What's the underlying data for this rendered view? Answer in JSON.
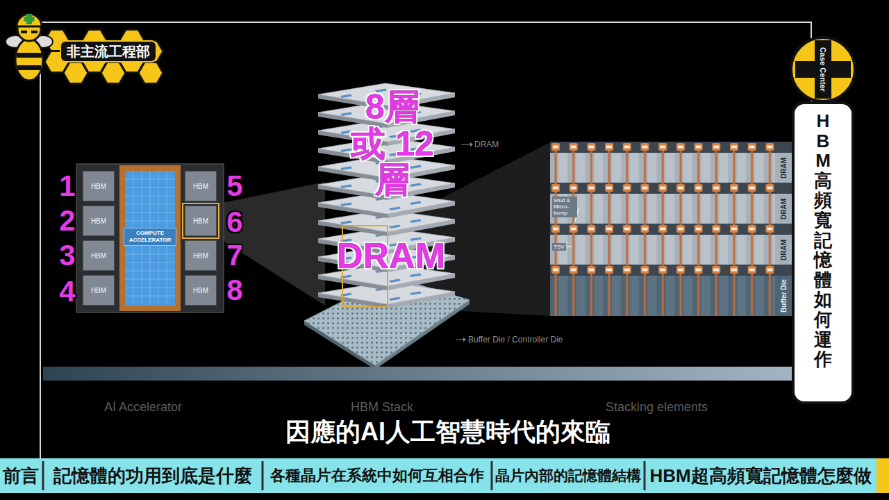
{
  "diagram": {
    "title": "HBM高頻寬記憶體如何運作",
    "caption": "因應的AI人工智慧時代的來臨",
    "nodes": [
      {
        "text": [
          "非主流工程部"
        ]
      },
      {
        "text": [
          "HBM"
        ]
      },
      {
        "text": [
          "HBM"
        ]
      },
      {
        "text": [
          "HBM"
        ]
      },
      {
        "text": [
          "HBM"
        ]
      },
      {
        "text": [
          "COMPUTE ACCELERATOR"
        ]
      },
      {
        "text": [
          "HBM"
        ]
      },
      {
        "text": [
          "HBM"
        ]
      },
      {
        "text": [
          "HBM"
        ]
      },
      {
        "text": [
          "HBM"
        ]
      },
      {
        "text": [
          "DRAM"
        ]
      },
      {
        "text": [
          "DRAM"
        ]
      },
      {
        "text": [
          "DRAM"
        ]
      },
      {
        "text": [
          "Buffer Die"
        ]
      }
    ],
    "labels": [
      "Case Center",
      "1",
      "2",
      "3",
      "4",
      "5",
      "6",
      "7",
      "8",
      "8層 或 12層",
      "DRAM",
      "DRAM",
      "Buffer Die / Controller Die",
      "Stud & Micro-bump",
      "TSV",
      "AI Accelerator",
      "HBM Stack",
      "Stacking elements",
      "前言",
      "記憶體的功用到底是什麼",
      "各種晶片在系統中如何互相合作",
      "晶片內部的記憶體結構",
      "HBM超高頻寬記憶體怎麼做"
    ]
  }
}
